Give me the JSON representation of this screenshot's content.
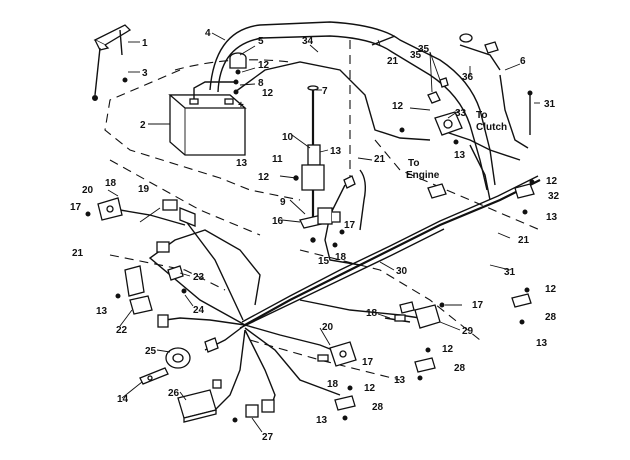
{
  "callouts": [
    "1",
    "2",
    "3",
    "4",
    "5",
    "6",
    "7",
    "8",
    "9",
    "10",
    "11",
    "12",
    "13",
    "14",
    "15",
    "16",
    "17",
    "18",
    "19",
    "20",
    "21",
    "22",
    "23",
    "24",
    "25",
    "26",
    "27",
    "28",
    "29",
    "30",
    "31",
    "32",
    "33",
    "34",
    "35",
    "36"
  ],
  "notes": {
    "to_clutch_1": "To",
    "to_clutch_2": "Clutch",
    "to_engine_1": "To",
    "to_engine_2": "Engine",
    "plus_sign": "+"
  }
}
